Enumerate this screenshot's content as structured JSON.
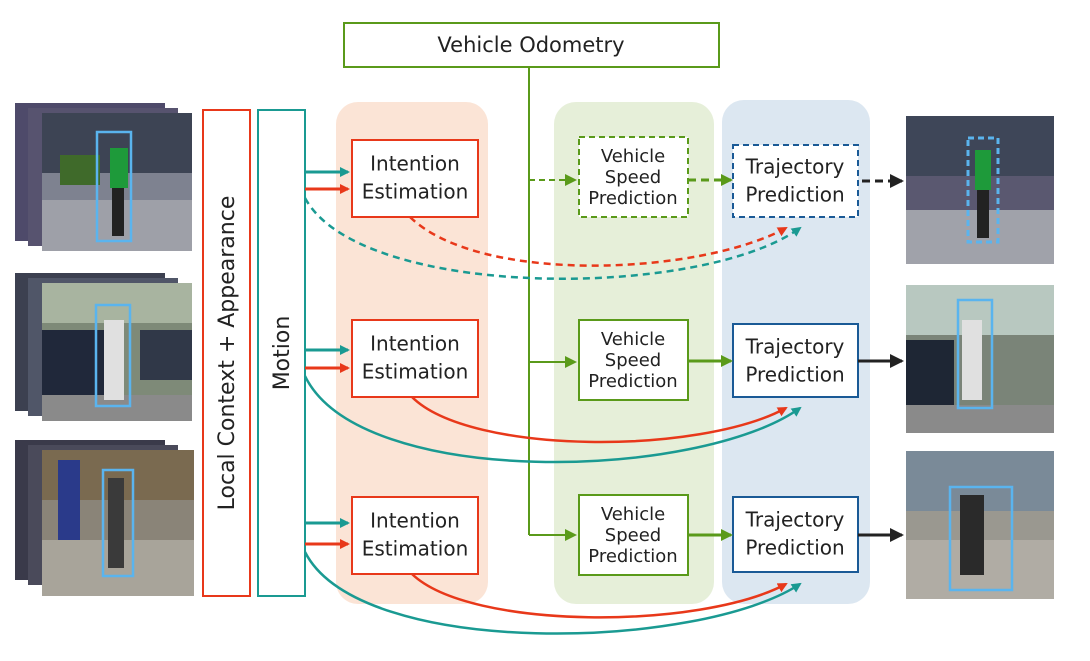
{
  "colors": {
    "red": "#e8381a",
    "teal": "#1a9a92",
    "green": "#5a9a1a",
    "blue": "#1a5a96",
    "black": "#222222",
    "intention_bg": "#fbe4d6",
    "speed_bg": "#e6efd9",
    "trajectory_bg": "#dce7f1"
  },
  "odometry": {
    "label": "Vehicle Odometry"
  },
  "context_label": "Local Context + Appearance",
  "motion_label": "Motion",
  "rows": [
    {
      "intention": {
        "line1": "Intention",
        "line2": "Estimation"
      },
      "speed": {
        "line1": "Vehicle",
        "line2": "Speed",
        "line3": "Prediction"
      },
      "trajectory": {
        "line1": "Trajectory",
        "line2": "Prediction"
      },
      "dashed": true
    },
    {
      "intention": {
        "line1": "Intention",
        "line2": "Estimation"
      },
      "speed": {
        "line1": "Vehicle",
        "line2": "Speed",
        "line3": "Prediction"
      },
      "trajectory": {
        "line1": "Trajectory",
        "line2": "Prediction"
      },
      "dashed": false
    },
    {
      "intention": {
        "line1": "Intention",
        "line2": "Estimation"
      },
      "speed": {
        "line1": "Vehicle",
        "line2": "Speed",
        "line3": "Prediction"
      },
      "trajectory": {
        "line1": "Trajectory",
        "line2": "Prediction"
      },
      "dashed": false
    }
  ]
}
